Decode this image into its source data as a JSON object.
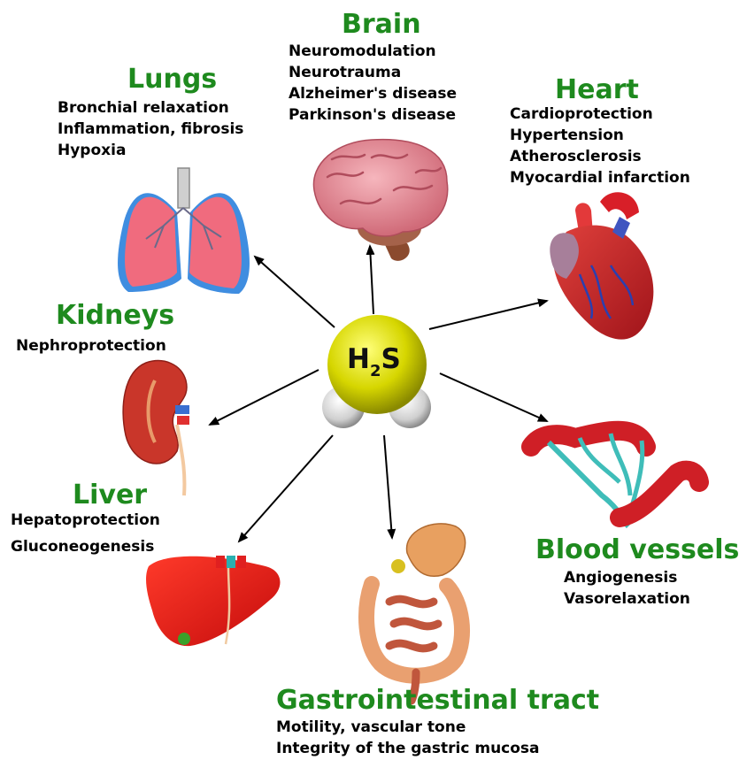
{
  "center": {
    "label_main": "H",
    "label_sub": "2",
    "label_end": "S"
  },
  "organs": {
    "brain": {
      "title": "Brain",
      "effects": [
        "Neuromodulation",
        "Neurotrauma",
        "Alzheimer's disease",
        "Parkinson's disease"
      ]
    },
    "lungs": {
      "title": "Lungs",
      "effects": [
        "Bronchial relaxation",
        "Inflammation, fibrosis",
        "Hypoxia"
      ]
    },
    "heart": {
      "title": "Heart",
      "effects": [
        "Cardioprotection",
        "Hypertension",
        "Atherosclerosis",
        "Myocardial infarction"
      ]
    },
    "kidneys": {
      "title": "Kidneys",
      "effects": [
        "Nephroprotection"
      ]
    },
    "liver": {
      "title": "Liver",
      "effects": [
        "Hepatoprotection",
        "Gluconeogenesis"
      ]
    },
    "vessels": {
      "title": "Blood vessels",
      "effects": [
        "Angiogenesis",
        "Vasorelaxation"
      ]
    },
    "gi": {
      "title": "Gastrointestinal tract",
      "effects": [
        "Motility, vascular tone",
        "Integrity of the gastric mucosa"
      ]
    }
  },
  "colors": {
    "title_green": "#1e8a1e",
    "sulfur_yellow": "#d8d800",
    "hydrogen_gray": "#d9d9d9",
    "arrow": "#000000"
  }
}
